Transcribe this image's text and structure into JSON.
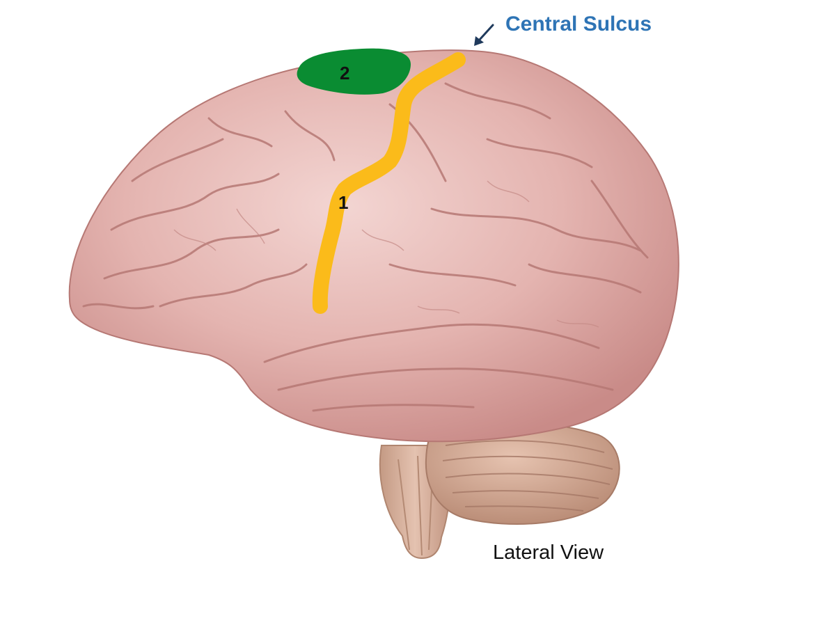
{
  "labels": {
    "central_sulcus": "Central Sulcus",
    "view": "Lateral View",
    "marker_1": "1",
    "marker_2": "2"
  },
  "colors": {
    "label_blue": "#2e74b5",
    "sulcus_line": "#fbbb1a",
    "region_2": "#0a8c32",
    "cortex": "#e2afab",
    "cerebellum": "#c89a84",
    "brainstem": "#d2aa92"
  },
  "icons": {
    "arrow": "arrow-down-left-icon"
  }
}
